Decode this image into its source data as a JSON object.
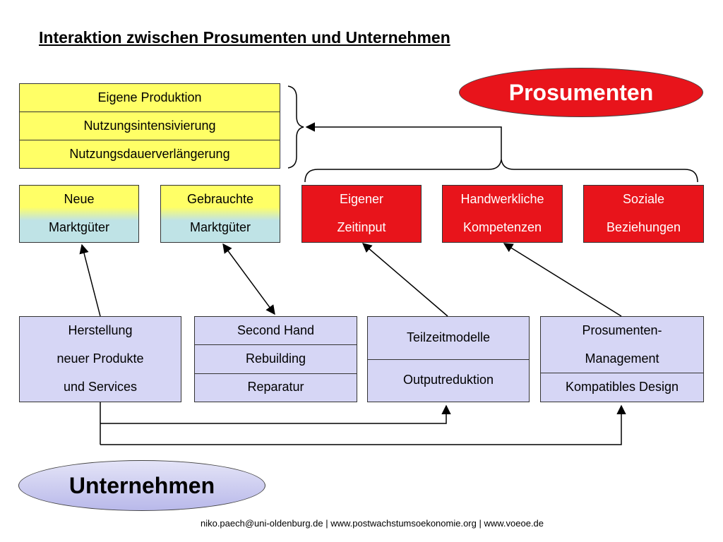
{
  "title": "Interaktion zwischen Prosumenten und Unternehmen",
  "prosumenten_label": "Prosumenten",
  "unternehmen_label": "Unternehmen",
  "top_group": [
    "Eigene Produktion",
    "Nutzungsintensivierung",
    "Nutzungsdauerverlängerung"
  ],
  "middle_boxes": [
    {
      "line1": "Neue",
      "line2": "Marktgüter"
    },
    {
      "line1": "Gebrauchte",
      "line2": "Marktgüter"
    },
    {
      "line1": "Eigener",
      "line2": "Zeitinput"
    },
    {
      "line1": "Handwerkliche",
      "line2": "Kompetenzen"
    },
    {
      "line1": "Soziale",
      "line2": "Beziehungen"
    }
  ],
  "bottom_boxes": {
    "herstellung": [
      "Herstellung",
      "neuer Produkte",
      "und Services"
    ],
    "second_hand": [
      "Second Hand",
      "Rebuilding",
      "Reparatur"
    ],
    "teilzeit": [
      "Teilzeitmodelle",
      "Outputreduktion"
    ],
    "prosumenten_mgmt": [
      "Prosumenten-",
      "Management",
      "Kompatibles  Design"
    ]
  },
  "footer": "niko.paech@uni-oldenburg.de  |  www.postwachstumsoekonomie.org  |  www.voeoe.de",
  "colors": {
    "red": "#e8141b",
    "yellow": "#ffff66",
    "lavender": "#d6d6f5",
    "teal": "#bfe3e6"
  }
}
